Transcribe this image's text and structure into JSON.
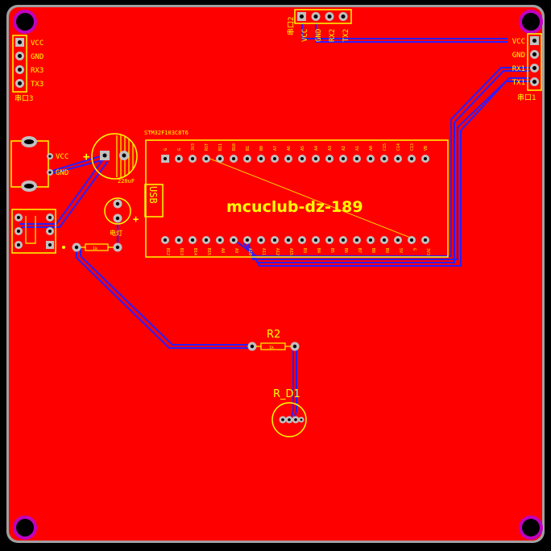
{
  "board": {
    "title": "mcuclub-dz-189",
    "colors": {
      "background": "#000000",
      "copper": "#ff0000",
      "border": "#a0a0a0",
      "silkscreen": "#ffff00",
      "trace": "#3a2aff",
      "pad": "#c0c0c0",
      "mount_hole": "#c000c0"
    }
  },
  "connectors": {
    "top_header": {
      "designator": "串口2",
      "pins": [
        "VCC",
        "GND",
        "RX2",
        "TX2"
      ]
    },
    "right_header": {
      "designator": "串口1",
      "pins": [
        "VCC",
        "GND",
        "RX1",
        "TX1"
      ]
    },
    "left_header": {
      "designator": "串口3",
      "pins": [
        "VCC",
        "GND",
        "RX3",
        "TX3"
      ]
    },
    "power_jack": {
      "pins": [
        "VCC",
        "GND"
      ]
    }
  },
  "components": {
    "capacitor": {
      "polarity": "+",
      "value": "220uF"
    },
    "led": {
      "label": "电灯",
      "polarity": "+"
    },
    "r1": {
      "value": "1k"
    },
    "r2": {
      "designator": "R2",
      "value": "1k"
    },
    "r_d1": {
      "designator": "R_D1"
    },
    "mcu": {
      "part": "STM32F103C8T6",
      "usb_label": "USB",
      "top_pins": [
        "G",
        "G",
        "3V3",
        "RST",
        "B11",
        "B10",
        "B1",
        "B0",
        "A7",
        "A6",
        "A5",
        "A4",
        "A3",
        "A2",
        "A1",
        "A0",
        "C15",
        "C14",
        "C13",
        "VB"
      ],
      "bottom_pins": [
        "B12",
        "B13",
        "B14",
        "B15",
        "A8",
        "A9",
        "A10",
        "A11",
        "A12",
        "A15",
        "B3",
        "B4",
        "B5",
        "B6",
        "B7",
        "B8",
        "B9",
        "5V",
        "G",
        "3V3"
      ]
    }
  }
}
